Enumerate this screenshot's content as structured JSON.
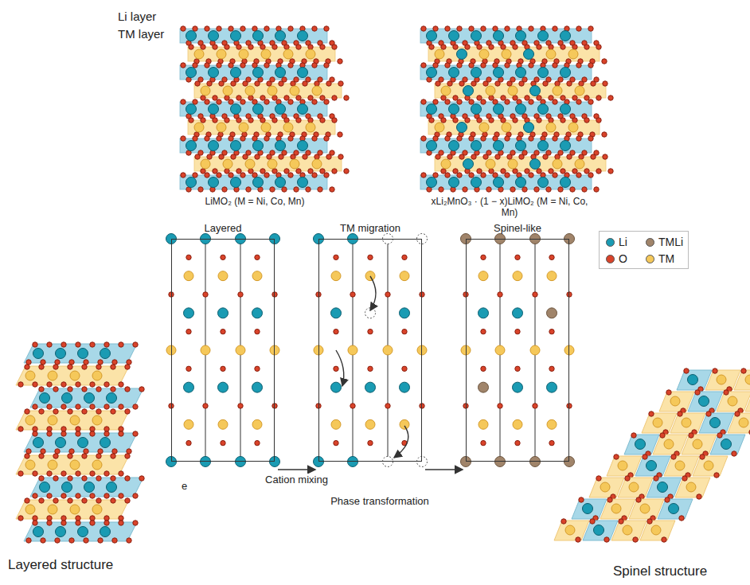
{
  "diagram": {
    "nodes": [
      {
        "text": [
          "Layered"
        ]
      },
      {
        "text": [
          "TM migration"
        ]
      },
      {
        "text": [
          "Spinel-like"
        ]
      }
    ],
    "edges": [
      {
        "from": 0,
        "to": 1,
        "arrow": "to",
        "label": "Cation mixing"
      },
      {
        "from": 1,
        "to": 2,
        "arrow": "to"
      }
    ],
    "labels": [
      "Li layer",
      "TM layer",
      "LiMO₂ (M = Ni, Co, Mn)",
      "xLi₂MnO₃ · (1 − x)LiMO₂ (M = Ni, Co, Mn)",
      "Phase transformation",
      "e",
      "Layered structure",
      "Spinel structure"
    ],
    "legend": [
      {
        "text": "Li",
        "color": "#1a9bb3"
      },
      {
        "text": "TMLi",
        "color": "#a0846a"
      },
      {
        "text": "O",
        "color": "#d9432a"
      },
      {
        "text": "TM",
        "color": "#f5c85a"
      }
    ]
  }
}
